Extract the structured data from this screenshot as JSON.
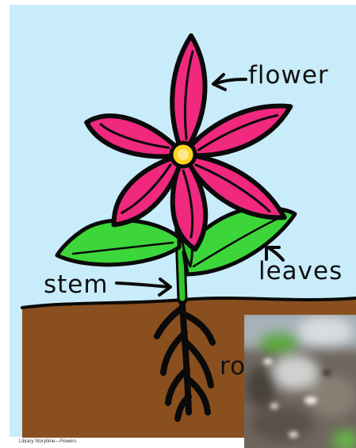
{
  "labels": {
    "flower": "flower",
    "leaves": "leaves",
    "stem": "stem",
    "roots": "ro"
  },
  "caption": "Library Storytime—Flowers",
  "colors": {
    "sky": "#c9ecfa",
    "soil": "#8a4f1e",
    "petal": "#f0287e",
    "flower_center": "#ffd21f",
    "leaf": "#3dd63a",
    "stem": "#2fc92d",
    "outline": "#0a0a0a"
  }
}
